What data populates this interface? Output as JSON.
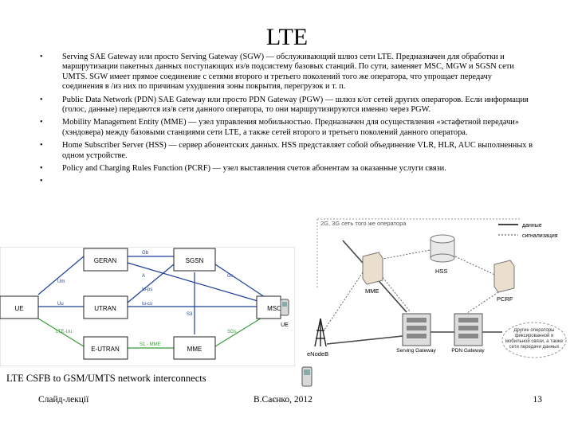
{
  "title": "LTE",
  "bullets": [
    "Serving SAE Gateway или просто Serving Gateway (SGW) — обслуживающий шлюз сети LTE. Предназначен для обработки и маршрутизации пакетных данных поступающих из/в подсистему базовых станций. По сути, заменяет MSC, MGW и SGSN сети UMTS. SGW имеет прямое соединение с сетями второго и третьего поколений того же оператора, что упрощает передачу соединения в /из них по причинам ухудшения зоны покрытия, перегрузок и т. п.",
    "Public Data Network (PDN) SAE Gateway или просто PDN Gateway (PGW) — шлюз к/от сетей других операторов. Если информация (голос, данные) передаются из/в сети данного оператора, то они маршрутизируются именно через PGW.",
    "Mobility Management Entity (MME) — узел управления мобильностью. Предназначен для осуществления «эстафетной передачи» (хэндовера) между базовыми станциями сети LTE, а также сетей второго и третьего поколений данного оператора.",
    "Home Subscriber Server (HSS) — сервер абонентских данных. HSS представляет собой объединение VLR, HLR, AUC выполненных в одном устройстве.",
    "Policy and Charging Rules Function (PCRF) — узел выставления счетов абонентам за оказанные услуги связи.",
    ""
  ],
  "diagram1": {
    "nodes": {
      "geran": "GERAN",
      "sgsn": "SGSN",
      "ue": "UE",
      "utran": "UTRAN",
      "msc": "MSC",
      "eutran": "E-UTRAN",
      "mme": "MME",
      "ue2": "UE"
    },
    "links": {
      "gb": "Gb",
      "um": "Um",
      "a": "A",
      "iu_ps": "Iu-ps",
      "uu": "Uu",
      "iu_cs": "Iu-cs",
      "gs": "Gs",
      "s3": "S3",
      "lte_uu": "LTE-Uu",
      "s1_mme": "S1 - MME",
      "sgs": "SGs"
    }
  },
  "diagram2": {
    "top_label": "2G, 3G сеть того же оператора",
    "legend": {
      "data": "данные",
      "signal": "сигнализация"
    },
    "nodes": {
      "hss": "HSS",
      "mme": "MME",
      "pcrf": "PCRF",
      "enodeb": "eNodeB",
      "sgw": "Serving Gateway",
      "pgw": "PDN Gateway"
    },
    "other_ops": "Другие операторы фиксированной и мобильной связи, а также сети передачи данных"
  },
  "caption": "LTE CSFB to GSM/UMTS network interconnects",
  "footer": {
    "left": "Слайд-лекції",
    "center": "В.Саєнко, 2012",
    "page": "13"
  },
  "colors": {
    "link": "#1f3f9a",
    "link_green": "#3a9b3a",
    "node_fill": "#ffffff",
    "node_stroke": "#222222"
  }
}
